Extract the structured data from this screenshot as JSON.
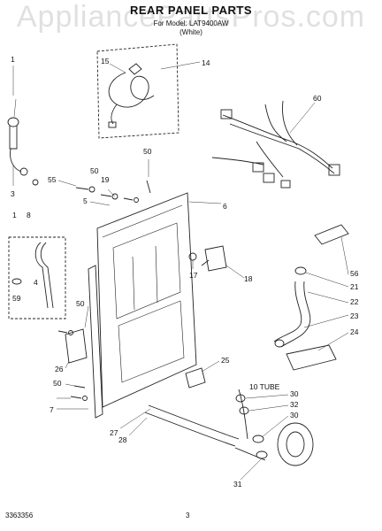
{
  "watermark": "AppliancePartsPros.com",
  "header": {
    "title": "REAR PANEL PARTS",
    "model": "For Model: LAT9400AW",
    "color": "(White)"
  },
  "callouts": [
    "1",
    "3",
    "1",
    "8",
    "4",
    "59",
    "55",
    "5",
    "19",
    "50",
    "6",
    "14",
    "15",
    "60",
    "50",
    "56",
    "21",
    "22",
    "23",
    "24",
    "17",
    "18",
    "50",
    "26",
    "50",
    "7",
    "25",
    "10 TUBE",
    "30",
    "32",
    "30",
    "27",
    "28",
    "31"
  ],
  "footer": {
    "doc_number": "3363356",
    "page_number": "3"
  }
}
